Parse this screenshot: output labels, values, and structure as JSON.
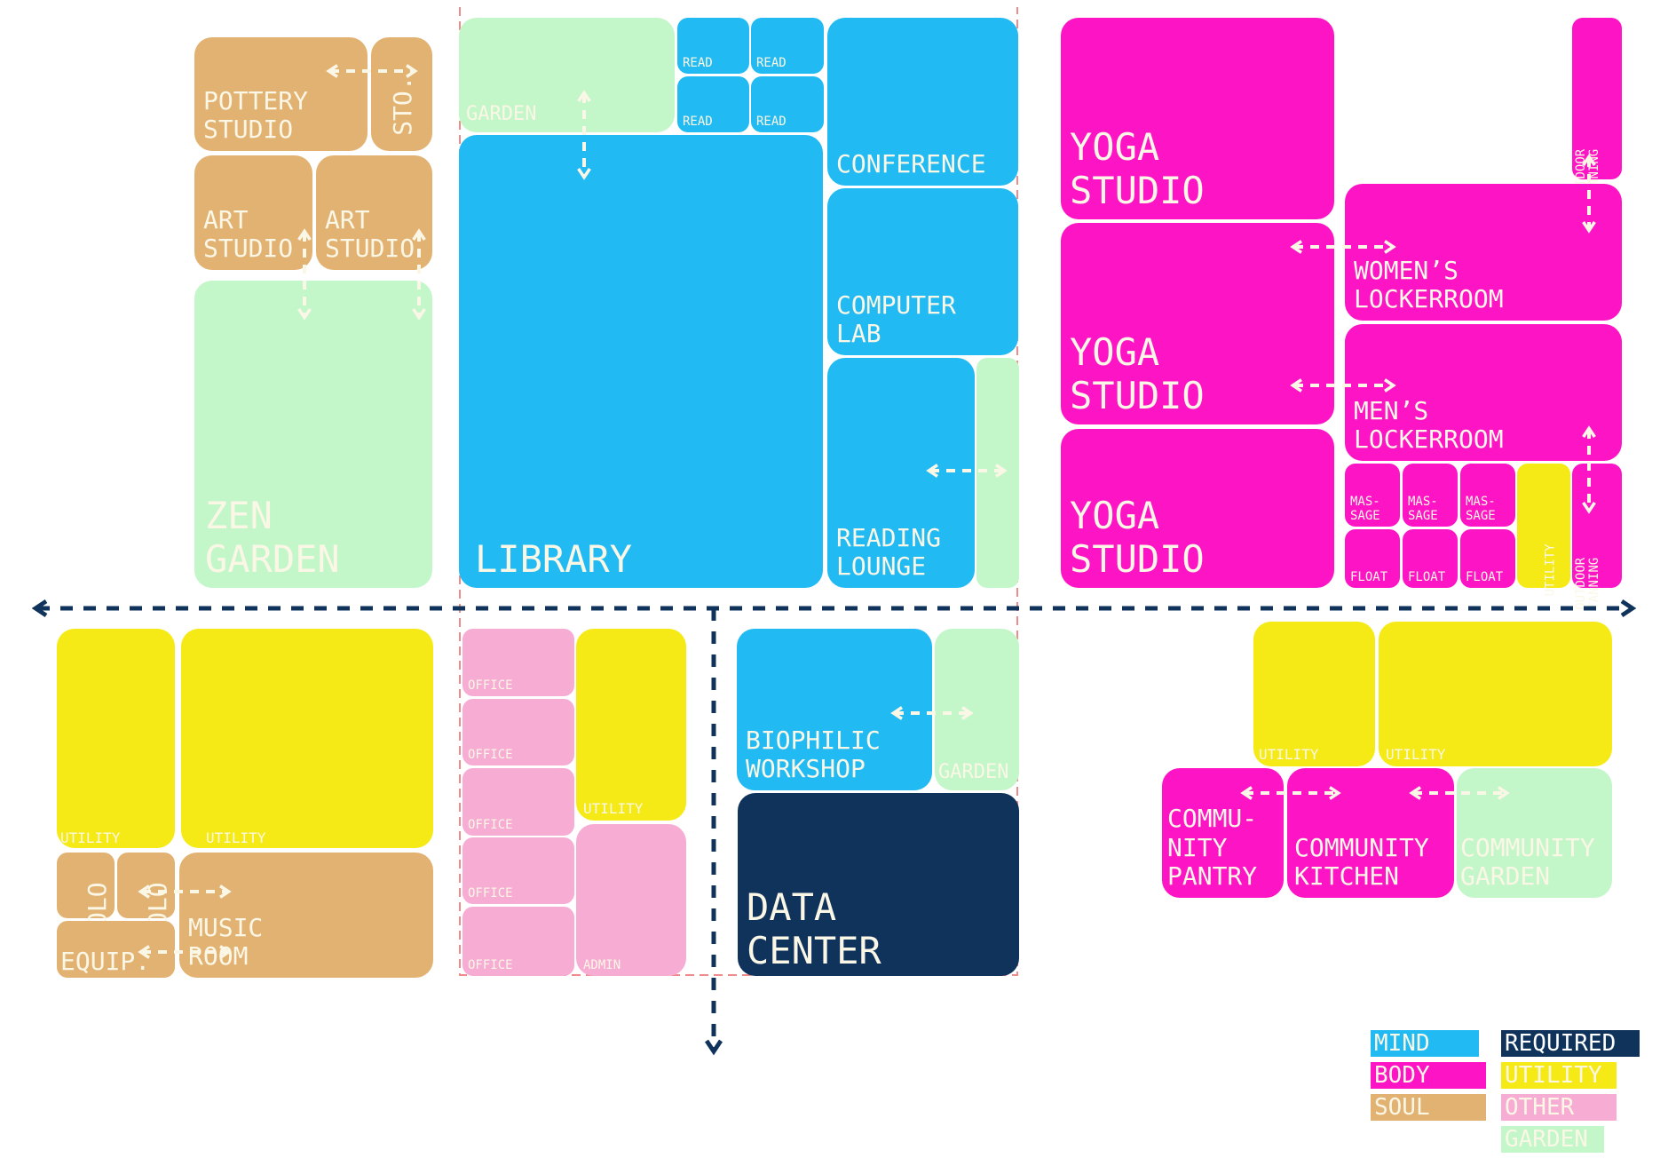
{
  "colors": {
    "mind": "#22baf2",
    "body": "#fd14c5",
    "soul": "#e2b272",
    "required": "#10335c",
    "utility": "#f5ea16",
    "other": "#f7acd4",
    "garden": "#c3f6c8",
    "label": "#fbf7e6",
    "circulation": "#10335c",
    "boundary": "#f08b8b"
  },
  "rooms": {
    "pottery_studio": "POTTERY\nSTUDIO",
    "storage": "STO.",
    "art_studio_1": "ART\nSTUDIO",
    "art_studio_2": "ART\nSTUDIO",
    "zen_garden": "ZEN\nGARDEN",
    "library_garden": "GARDEN",
    "read_1": "READ",
    "read_2": "READ",
    "read_3": "READ",
    "read_4": "READ",
    "library": "LIBRARY",
    "conference": "CONFERENCE",
    "computer_lab": "COMPUTER\nLAB",
    "reading_lounge": "READING\nLOUNGE",
    "yoga_studio_1": "YOGA\nSTUDIO",
    "yoga_studio_2": "YOGA\nSTUDIO",
    "yoga_studio_3": "YOGA\nSTUDIO",
    "outdoor_tanning_1": "OUTDOOR\nTANNING",
    "outdoor_tanning_2": "OUTDOOR\nTANNING",
    "womens_lockerroom": "WOMEN’S\nLOCKERROOM",
    "mens_lockerroom": "MEN’S\nLOCKERROOM",
    "massage_1": "MAS-\nSAGE",
    "massage_2": "MAS-\nSAGE",
    "massage_3": "MAS-\nSAGE",
    "float_1": "FLOAT",
    "float_2": "FLOAT",
    "float_3": "FLOAT",
    "utility_body": "UTILITY",
    "utility_sw_1": "UTILITY",
    "utility_sw_2": "UTILITY",
    "solo_1": "SOLO",
    "solo_2": "SOLO",
    "equip": "EQUIP.",
    "music_room": "MUSIC\nROOM",
    "office_1": "OFFICE",
    "office_2": "OFFICE",
    "office_3": "OFFICE",
    "office_4": "OFFICE",
    "office_5": "OFFICE",
    "utility_office": "UTILITY",
    "admin": "ADMIN",
    "biophilic_workshop": "BIOPHILIC\nWORKSHOP",
    "workshop_garden": "GARDEN",
    "data_center": "DATA\nCENTER",
    "utility_se_1": "UTILITY",
    "utility_se_2": "UTILITY",
    "community_pantry": "COMMU-\nNITY\nPANTRY",
    "community_kitchen": "COMMUNITY\nKITCHEN",
    "community_garden": "COMMUNITY\nGARDEN"
  },
  "legend": {
    "mind": "MIND",
    "body": "BODY",
    "soul": "SOUL",
    "required": "REQUIRED",
    "utility": "UTILITY",
    "other": "OTHER",
    "garden": "GARDEN"
  }
}
